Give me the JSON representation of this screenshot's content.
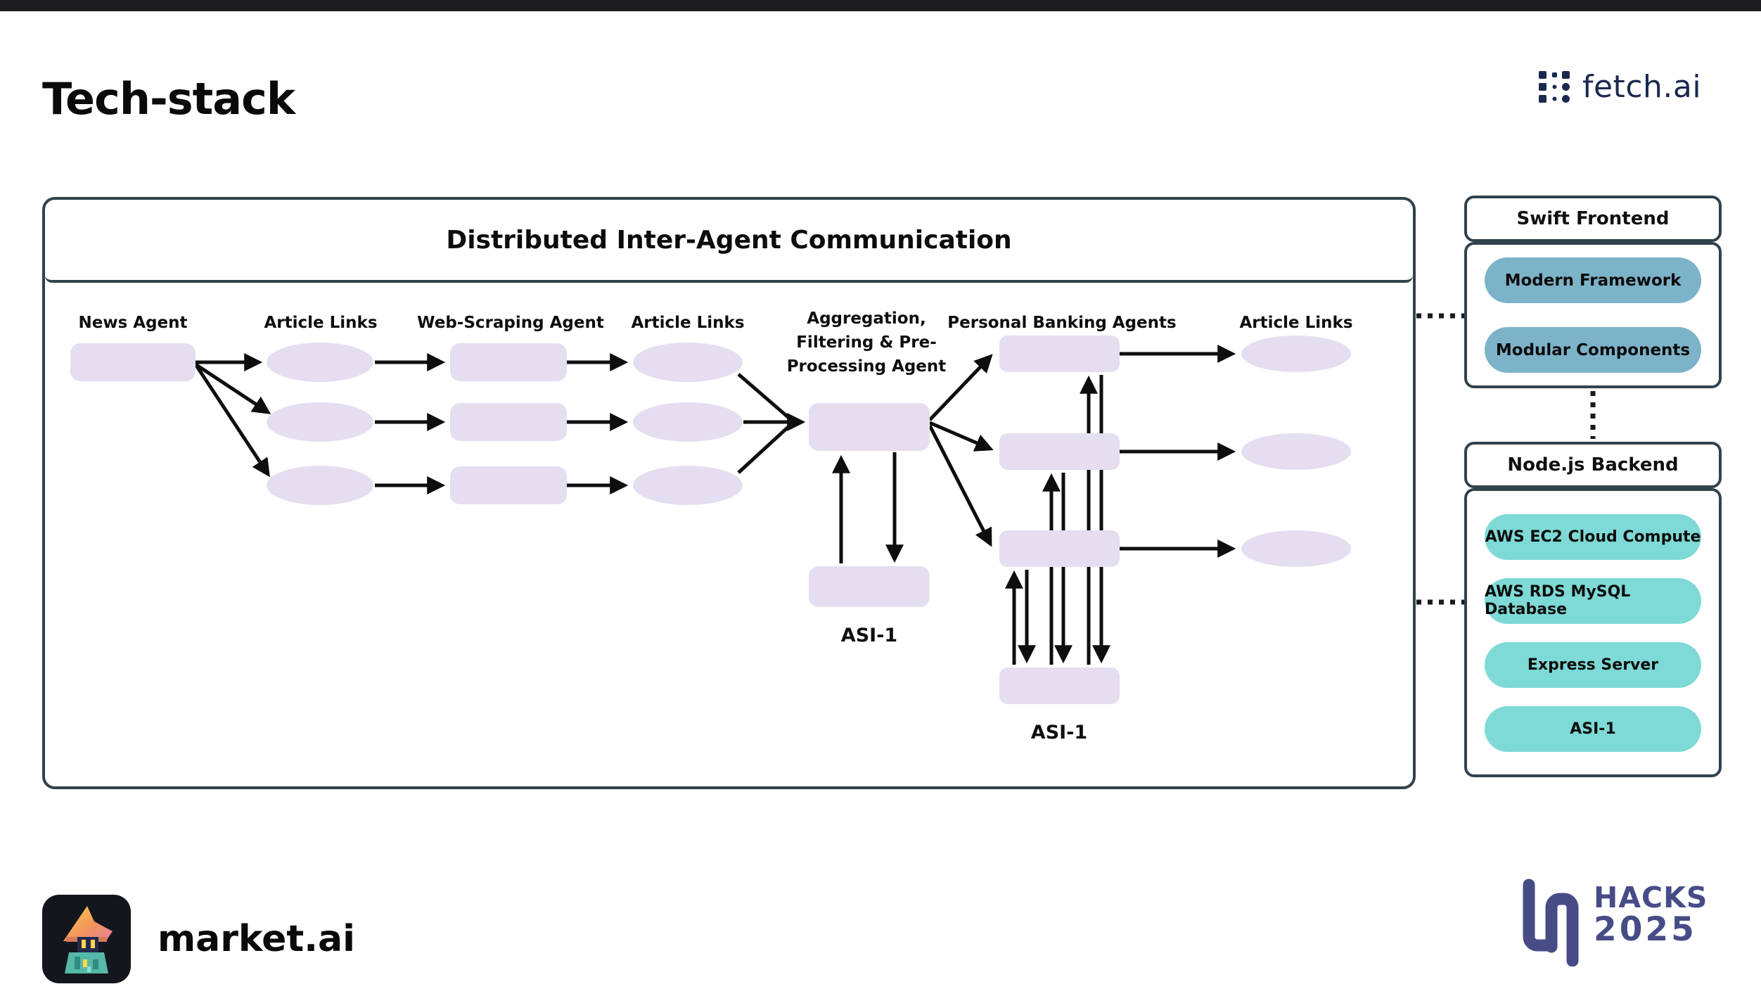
{
  "page": {
    "title": "Tech-stack"
  },
  "brand": {
    "fetch_wordmark": "fetch.ai"
  },
  "theme": {
    "lavender": "#e4def0",
    "panel_border": "#32424d",
    "frontend_pill": "#7db3c9",
    "backend_pill": "#7edad6",
    "fetch_navy": "#1b2850",
    "hacks_purple": "#474c87",
    "ink": "#101010"
  },
  "diagram": {
    "title": "Distributed Inter-Agent Communication",
    "labels": {
      "news": "News Agent",
      "links_1": "Article Links",
      "web": "Web-Scraping Agent",
      "links_2": "Article Links",
      "agg_1": "Aggregation,",
      "agg_2": "Filtering & Pre-",
      "agg_3": "Processing Agent",
      "banking": "Personal Banking Agents",
      "links_3": "Article Links",
      "asi_left": "ASI-1",
      "asi_right": "ASI-1"
    }
  },
  "panels": {
    "frontend": {
      "title": "Swift Frontend",
      "items": [
        "Modern Framework",
        "Modular Components"
      ]
    },
    "backend": {
      "title": "Node.js Backend",
      "items": [
        "AWS EC2 Cloud Compute",
        "AWS RDS MySQL Database",
        "Express Server",
        "ASI-1"
      ]
    }
  },
  "footer": {
    "brand": "market.ai",
    "event_line1": "HACKS",
    "event_line2": "2025"
  }
}
